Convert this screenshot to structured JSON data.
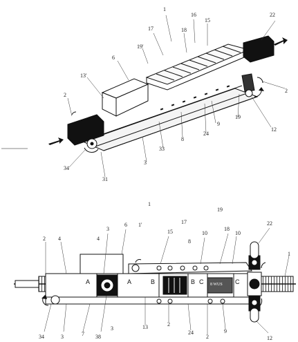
{
  "figure_top": {
    "labels": [
      "1",
      "16",
      "22",
      "17",
      "18",
      "15",
      "19'",
      "6",
      "13'",
      "2",
      "2",
      "9",
      "19",
      "24",
      "8",
      "12",
      "33",
      "3",
      "34",
      "31"
    ]
  },
  "figure_bottom": {
    "labels": [
      "1",
      "19",
      "2",
      "4",
      "3",
      "6",
      "1'",
      "17",
      "15",
      "10",
      "18",
      "10",
      "22",
      "4",
      "8",
      "1",
      "34",
      "3",
      "7",
      "38",
      "3",
      "13",
      "2",
      "24",
      "9",
      "2",
      "12"
    ],
    "segment_letters": [
      "A",
      "A",
      "B",
      "B",
      "C",
      "C"
    ],
    "wheel_text": "8 WUS"
  },
  "colors": {
    "ink": "#111111",
    "paper": "#ffffff"
  }
}
